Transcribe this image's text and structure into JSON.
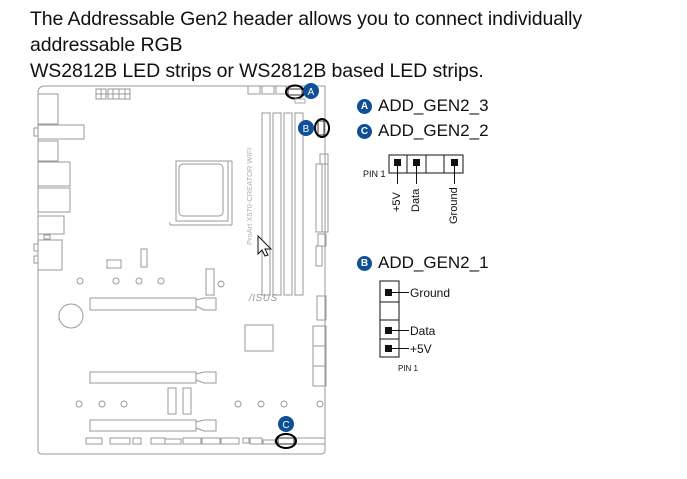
{
  "intro": {
    "line1": "The Addressable Gen2 header allows you to connect individually addressable RGB",
    "line2": "WS2812B LED strips or WS2812B based LED strips."
  },
  "board": {
    "model_text": "ProArt X570-CREATOR WIFI",
    "brand_logo": "/ISUS",
    "markers": [
      {
        "letter": "A"
      },
      {
        "letter": "B"
      },
      {
        "letter": "C"
      }
    ]
  },
  "headers": {
    "horizontal": {
      "items": [
        {
          "letter": "A",
          "label": "ADD_GEN2_3"
        },
        {
          "letter": "C",
          "label": "ADD_GEN2_2"
        }
      ],
      "pin1_label": "PIN 1",
      "pins": [
        "+5V",
        "Data",
        "",
        "Ground"
      ]
    },
    "vertical": {
      "letter": "B",
      "label": "ADD_GEN2_1",
      "pin1_label": "PIN 1",
      "pins": [
        "Ground",
        "",
        "Data",
        "+5V"
      ]
    }
  },
  "colors": {
    "badge": "#0e4f96",
    "outline": "#9a9a9a",
    "highlight_ring": "#000000"
  },
  "cursor": {
    "icon": "arrow-cursor-icon"
  }
}
